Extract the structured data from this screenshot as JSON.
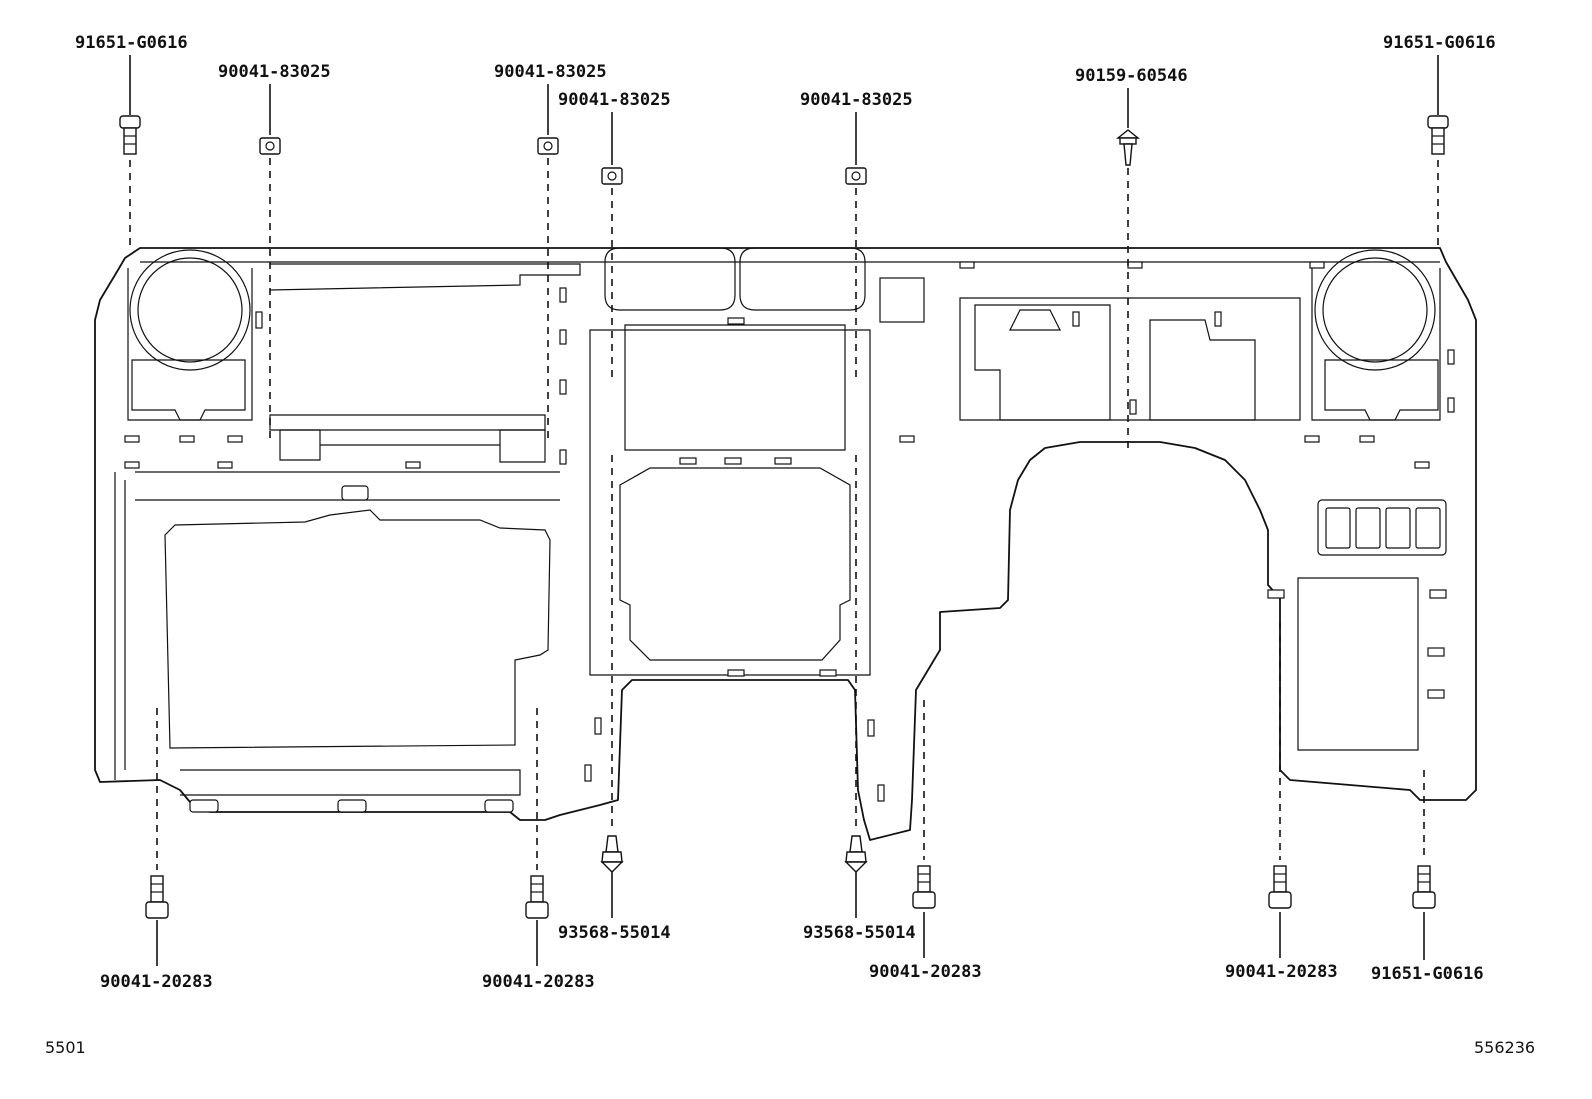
{
  "callouts": {
    "c1": "91651-G0616",
    "c2": "90041-83025",
    "c3": "90041-83025",
    "c4": "90041-83025",
    "c5": "90041-83025",
    "c6": "90159-60546",
    "c7": "91651-G0616",
    "c8": "90041-20283",
    "c9": "90041-20283",
    "c10": "93568-55014",
    "c11": "93568-55014",
    "c12": "90041-20283",
    "c13": "90041-20283",
    "c14": "91651-G0616"
  },
  "footer": {
    "left_code": "5501",
    "right_code": "556236"
  }
}
